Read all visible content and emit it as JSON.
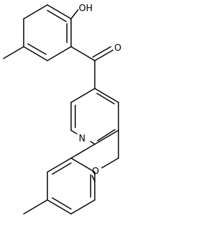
{
  "molecule": {
    "atoms": {
      "hydroxyl": "OH",
      "carbonyl_oxygen": "O",
      "pyridine_nitrogen": "N",
      "ring_oxygen": "O"
    },
    "colors": {
      "bond": "#000000",
      "label": "#000000",
      "background": "#ffffff"
    }
  }
}
